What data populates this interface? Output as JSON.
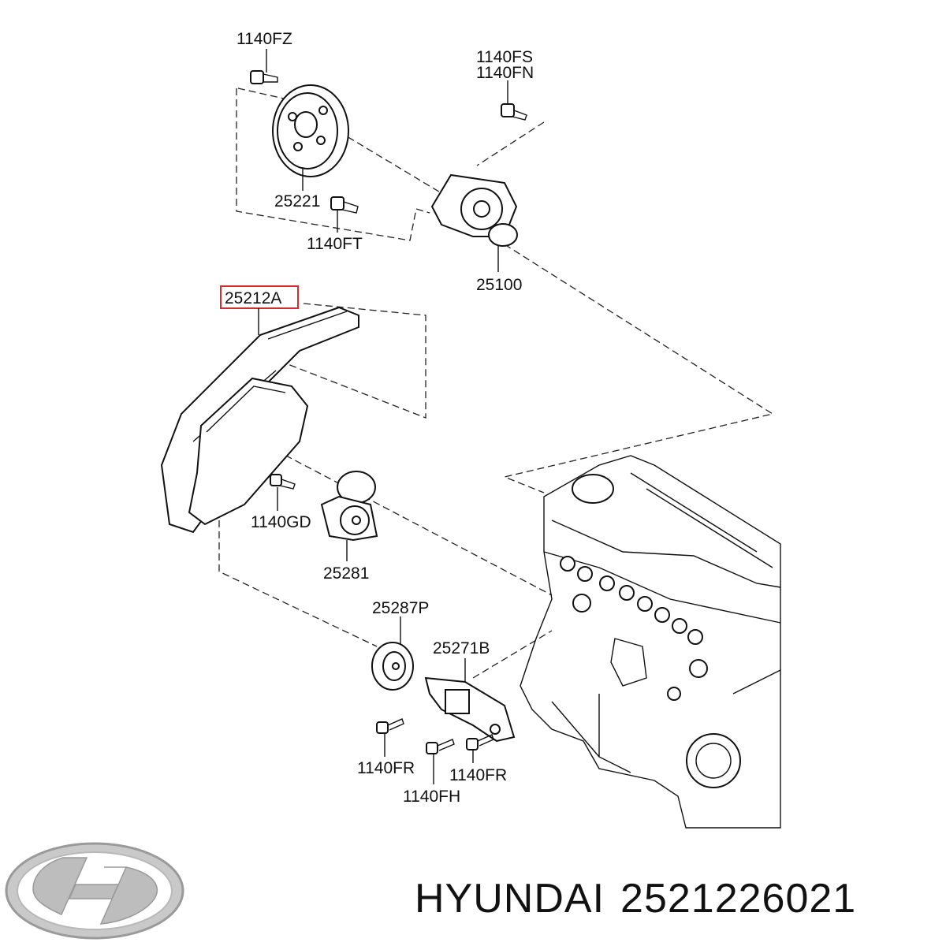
{
  "labels": {
    "l1140FZ": "1140FZ",
    "l1140FS": "1140FS",
    "l1140FN": "1140FN",
    "l25221": "25221",
    "l1140FT": "1140FT",
    "l25100": "25100",
    "l25212A": "25212A",
    "l1140GD": "1140GD",
    "l25281": "25281",
    "l25287P": "25287P",
    "l25271B": "25271B",
    "l1140FR_a": "1140FR",
    "l1140FR_b": "1140FR",
    "l1140FH": "1140FH"
  },
  "footer": {
    "brand": "HYUNDAI",
    "part_number": "2521226021"
  },
  "highlight_color": "#d0302b",
  "icons": {
    "logo": "hyundai-logo-icon"
  }
}
